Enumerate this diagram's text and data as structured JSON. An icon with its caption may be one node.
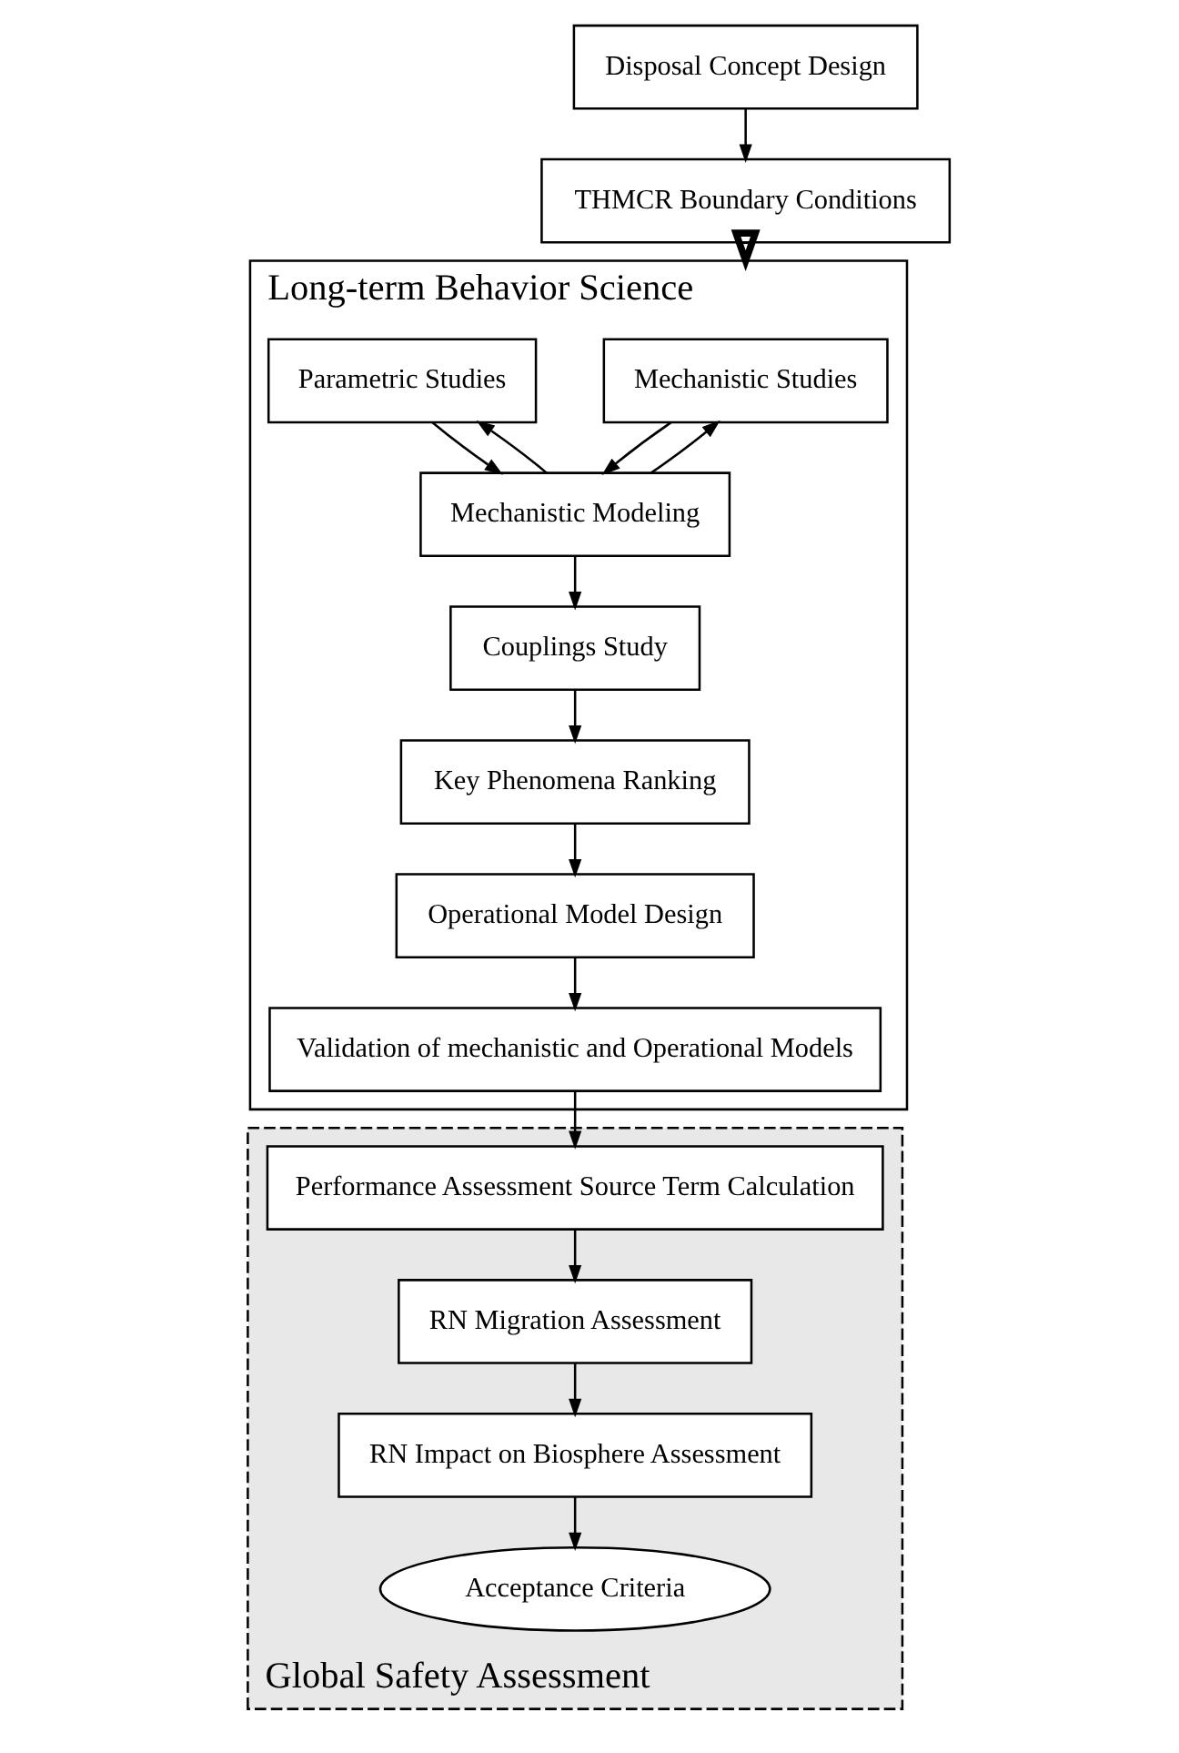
{
  "diagram": {
    "nodes": [
      {
        "text": [
          "Disposal Concept Design"
        ]
      },
      {
        "text": [
          "THMCR Boundary Conditions"
        ]
      },
      {
        "text": [
          "Long-term Behavior Science"
        ]
      },
      {
        "text": [
          "Mechanistic Studies"
        ],
        "in": 2
      },
      {
        "text": [
          "Parametric Studies"
        ],
        "in": 2
      },
      {
        "text": [
          "Mechanistic Modeling"
        ],
        "in": 2
      },
      {
        "text": [
          "Couplings Study"
        ],
        "in": 2
      },
      {
        "text": [
          "Key Phenomena Ranking"
        ],
        "in": 2
      },
      {
        "text": [
          "Operational Model Design"
        ],
        "in": 2
      },
      {
        "text": [
          "Validation of mechanistic and Operational Models"
        ],
        "in": 2
      },
      {
        "text": [
          "Global Safety Assessment"
        ]
      },
      {
        "text": [
          "Performance Assessment Source Term Calculation"
        ],
        "in": 10
      },
      {
        "text": [
          "RN Migration Assessment"
        ],
        "in": 10
      },
      {
        "text": [
          "RN Impact on Biosphere Assessment"
        ],
        "in": 10
      },
      {
        "text": [
          "Acceptance Criteria"
        ],
        "in": 10
      }
    ],
    "edges": [
      {
        "from": 0,
        "to": 1,
        "arrow": "to"
      },
      {
        "from": 1,
        "to": 2,
        "arrow": "to",
        "style": "thick"
      },
      {
        "from": 3,
        "to": 5,
        "arrow": "to"
      },
      {
        "from": 5,
        "to": 3,
        "arrow": "to"
      },
      {
        "from": 4,
        "to": 5,
        "arrow": "to"
      },
      {
        "from": 5,
        "to": 4,
        "arrow": "to"
      },
      {
        "from": 5,
        "to": 6,
        "arrow": "to"
      },
      {
        "from": 6,
        "to": 7,
        "arrow": "to"
      },
      {
        "from": 7,
        "to": 8,
        "arrow": "to"
      },
      {
        "from": 8,
        "to": 9,
        "arrow": "to"
      },
      {
        "from": 9,
        "to": 11,
        "arrow": "to"
      },
      {
        "from": 11,
        "to": 12,
        "arrow": "to"
      },
      {
        "from": 12,
        "to": 13,
        "arrow": "to"
      },
      {
        "from": 13,
        "to": 14,
        "arrow": "to"
      }
    ]
  }
}
